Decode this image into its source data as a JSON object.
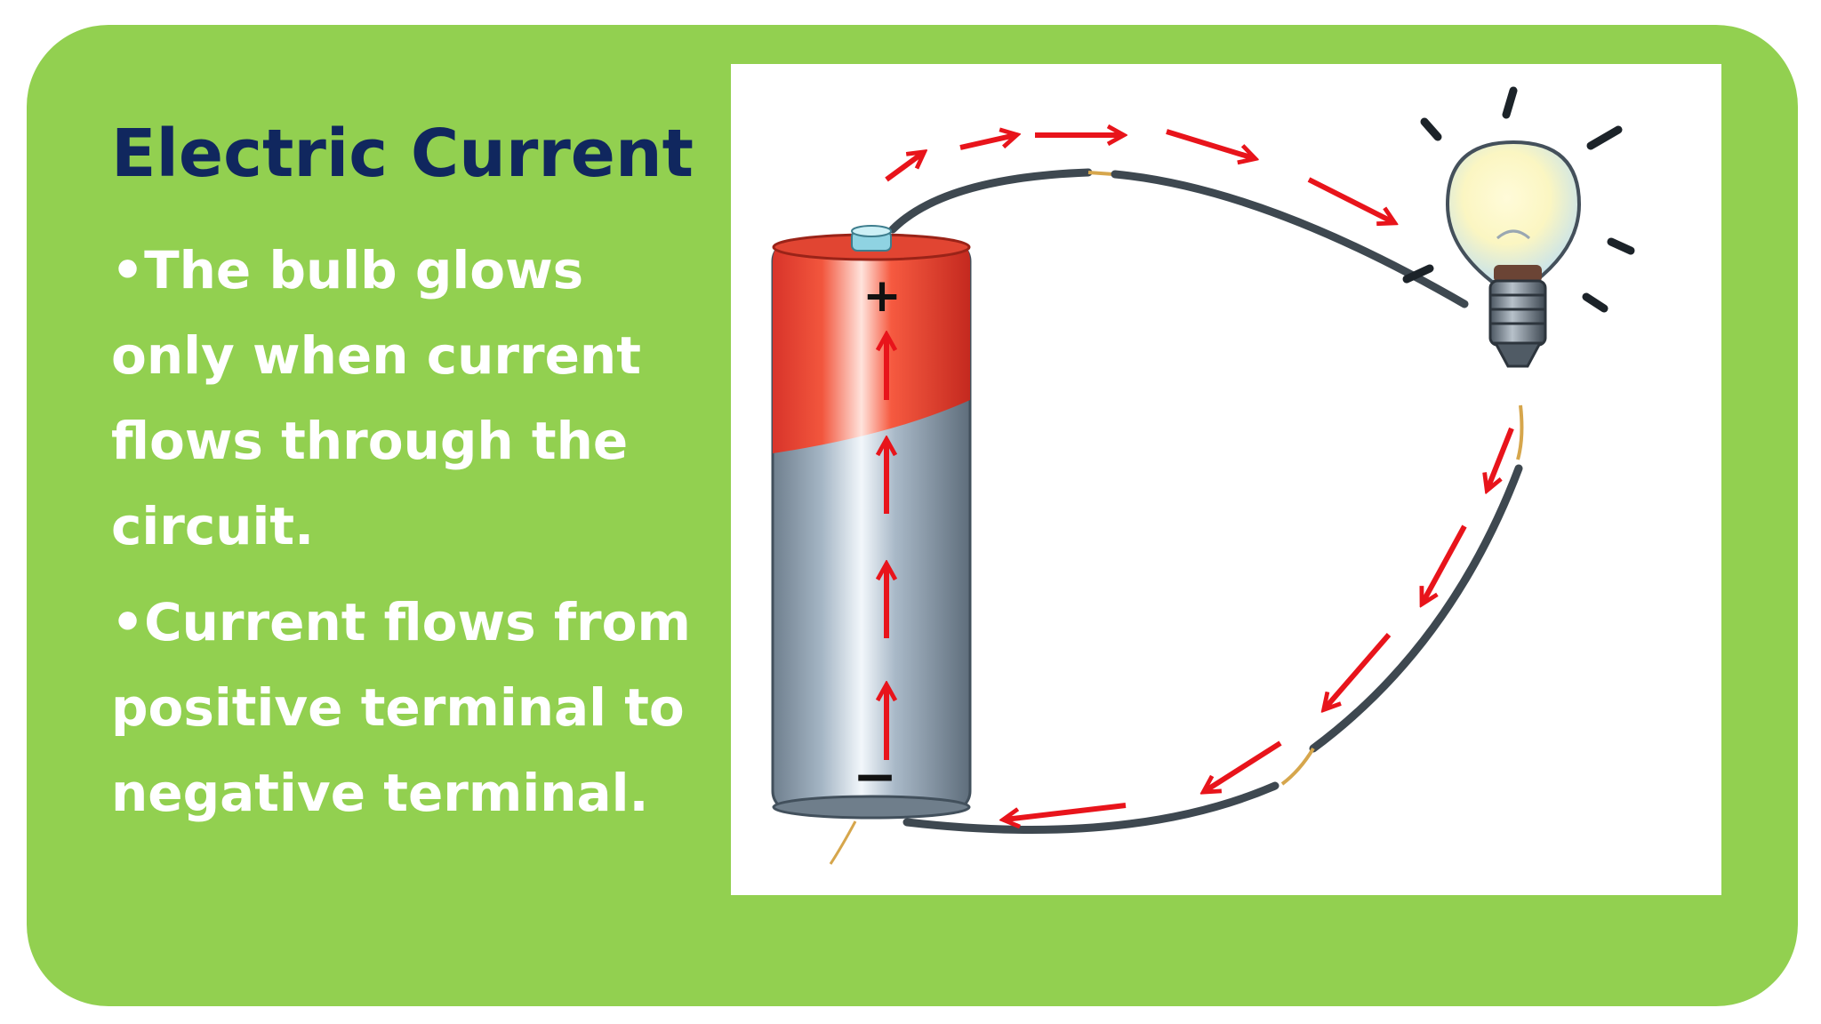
{
  "slide": {
    "title": "Electric Current",
    "bullets": [
      "•The bulb glows only when current flows through the circuit.",
      "•Current flows from positive terminal to negative terminal."
    ],
    "background_color": "#92d050",
    "title_color": "#10275e",
    "text_color": "#ffffff"
  },
  "diagram": {
    "elements": [
      "battery",
      "wire",
      "light-bulb",
      "current-arrows"
    ],
    "battery_labels": {
      "positive": "+",
      "negative": "−"
    },
    "arrow_color": "#e8141b",
    "battery_colors": {
      "top": "#ee4a33",
      "bottom": "#9aaab8"
    }
  }
}
